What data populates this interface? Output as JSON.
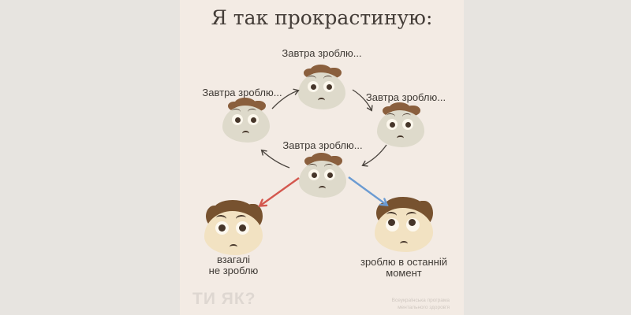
{
  "title": "Я так прокрастиную:",
  "cycle": {
    "label": "Завтра зроблю..."
  },
  "outcomes": {
    "never": {
      "line1": "взагалі",
      "line2": "не зроблю"
    },
    "last_moment": {
      "line1": "зроблю в останній",
      "line2": "момент"
    }
  },
  "footer": {
    "logo": "ТИ ЯК?",
    "credit_line1": "Всеукраїнська програма",
    "credit_line2": "ментального здоров'я"
  },
  "colors": {
    "outer_background": "#e7e4e0",
    "poster_background": "#f3ebe4",
    "text": "#3f3a35",
    "cycle_arrow": "#4a443e",
    "never_arrow": "#d4584f",
    "last_moment_arrow": "#6b9bd2",
    "skin_pale": "#dedacb",
    "skin_warm": "#f2e2c2",
    "hair_brown": "#8a5f3d",
    "hair_dark_brown": "#77522f"
  }
}
